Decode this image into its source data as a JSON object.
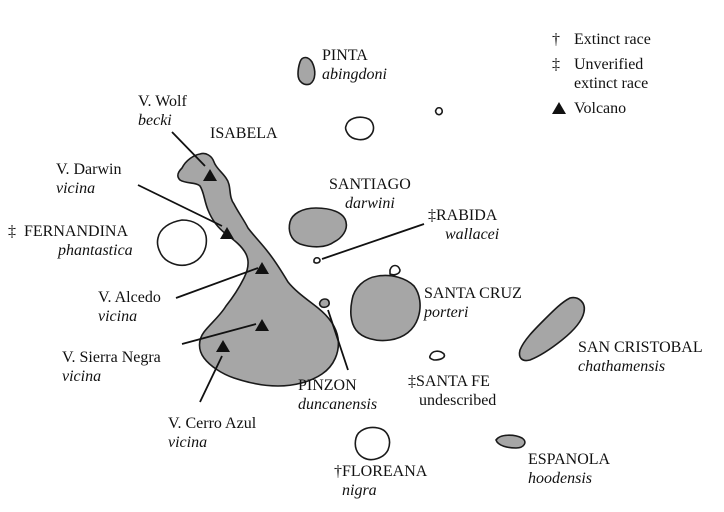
{
  "legend": {
    "extinct_symbol": "†",
    "extinct_label": "Extinct race",
    "unverified_symbol": "‡",
    "unverified_label_line1": "Unverified",
    "unverified_label_line2": "extinct race",
    "volcano_label": "Volcano"
  },
  "islands": {
    "pinta": {
      "name": "PINTA",
      "race": "abingdoni"
    },
    "isabela": {
      "name": "ISABELA"
    },
    "santiago": {
      "name": "SANTIAGO",
      "race": "darwini"
    },
    "rabida": {
      "mark": "‡",
      "name": "RABIDA",
      "race": "wallacei"
    },
    "fernandina": {
      "mark": "‡",
      "name": "FERNANDINA",
      "race": "phantastica"
    },
    "santa_cruz": {
      "name": "SANTA CRUZ",
      "race": "porteri"
    },
    "san_cristobal": {
      "name": "SAN CRISTOBAL",
      "race": "chathamensis"
    },
    "pinzon": {
      "name": "PINZON",
      "race": "duncanensis"
    },
    "santa_fe": {
      "mark": "‡",
      "name": "SANTA FE",
      "race": "undescribed"
    },
    "espanola": {
      "name": "ESPANOLA",
      "race": "hoodensis"
    },
    "floreana": {
      "mark": "†",
      "name": "FLOREANA",
      "race": "nigra"
    }
  },
  "volcanoes": {
    "wolf": {
      "name": "V. Wolf",
      "race": "becki"
    },
    "darwin": {
      "name": "V. Darwin",
      "race": "vicina"
    },
    "alcedo": {
      "name": "V. Alcedo",
      "race": "vicina"
    },
    "sierra_negra": {
      "name": "V. Sierra Negra",
      "race": "vicina"
    },
    "cerro_azul": {
      "name": "V. Cerro Azul",
      "race": "vicina"
    }
  },
  "colors": {
    "land_fill": "#a6a6a6",
    "outline": "#1a1a1a"
  }
}
